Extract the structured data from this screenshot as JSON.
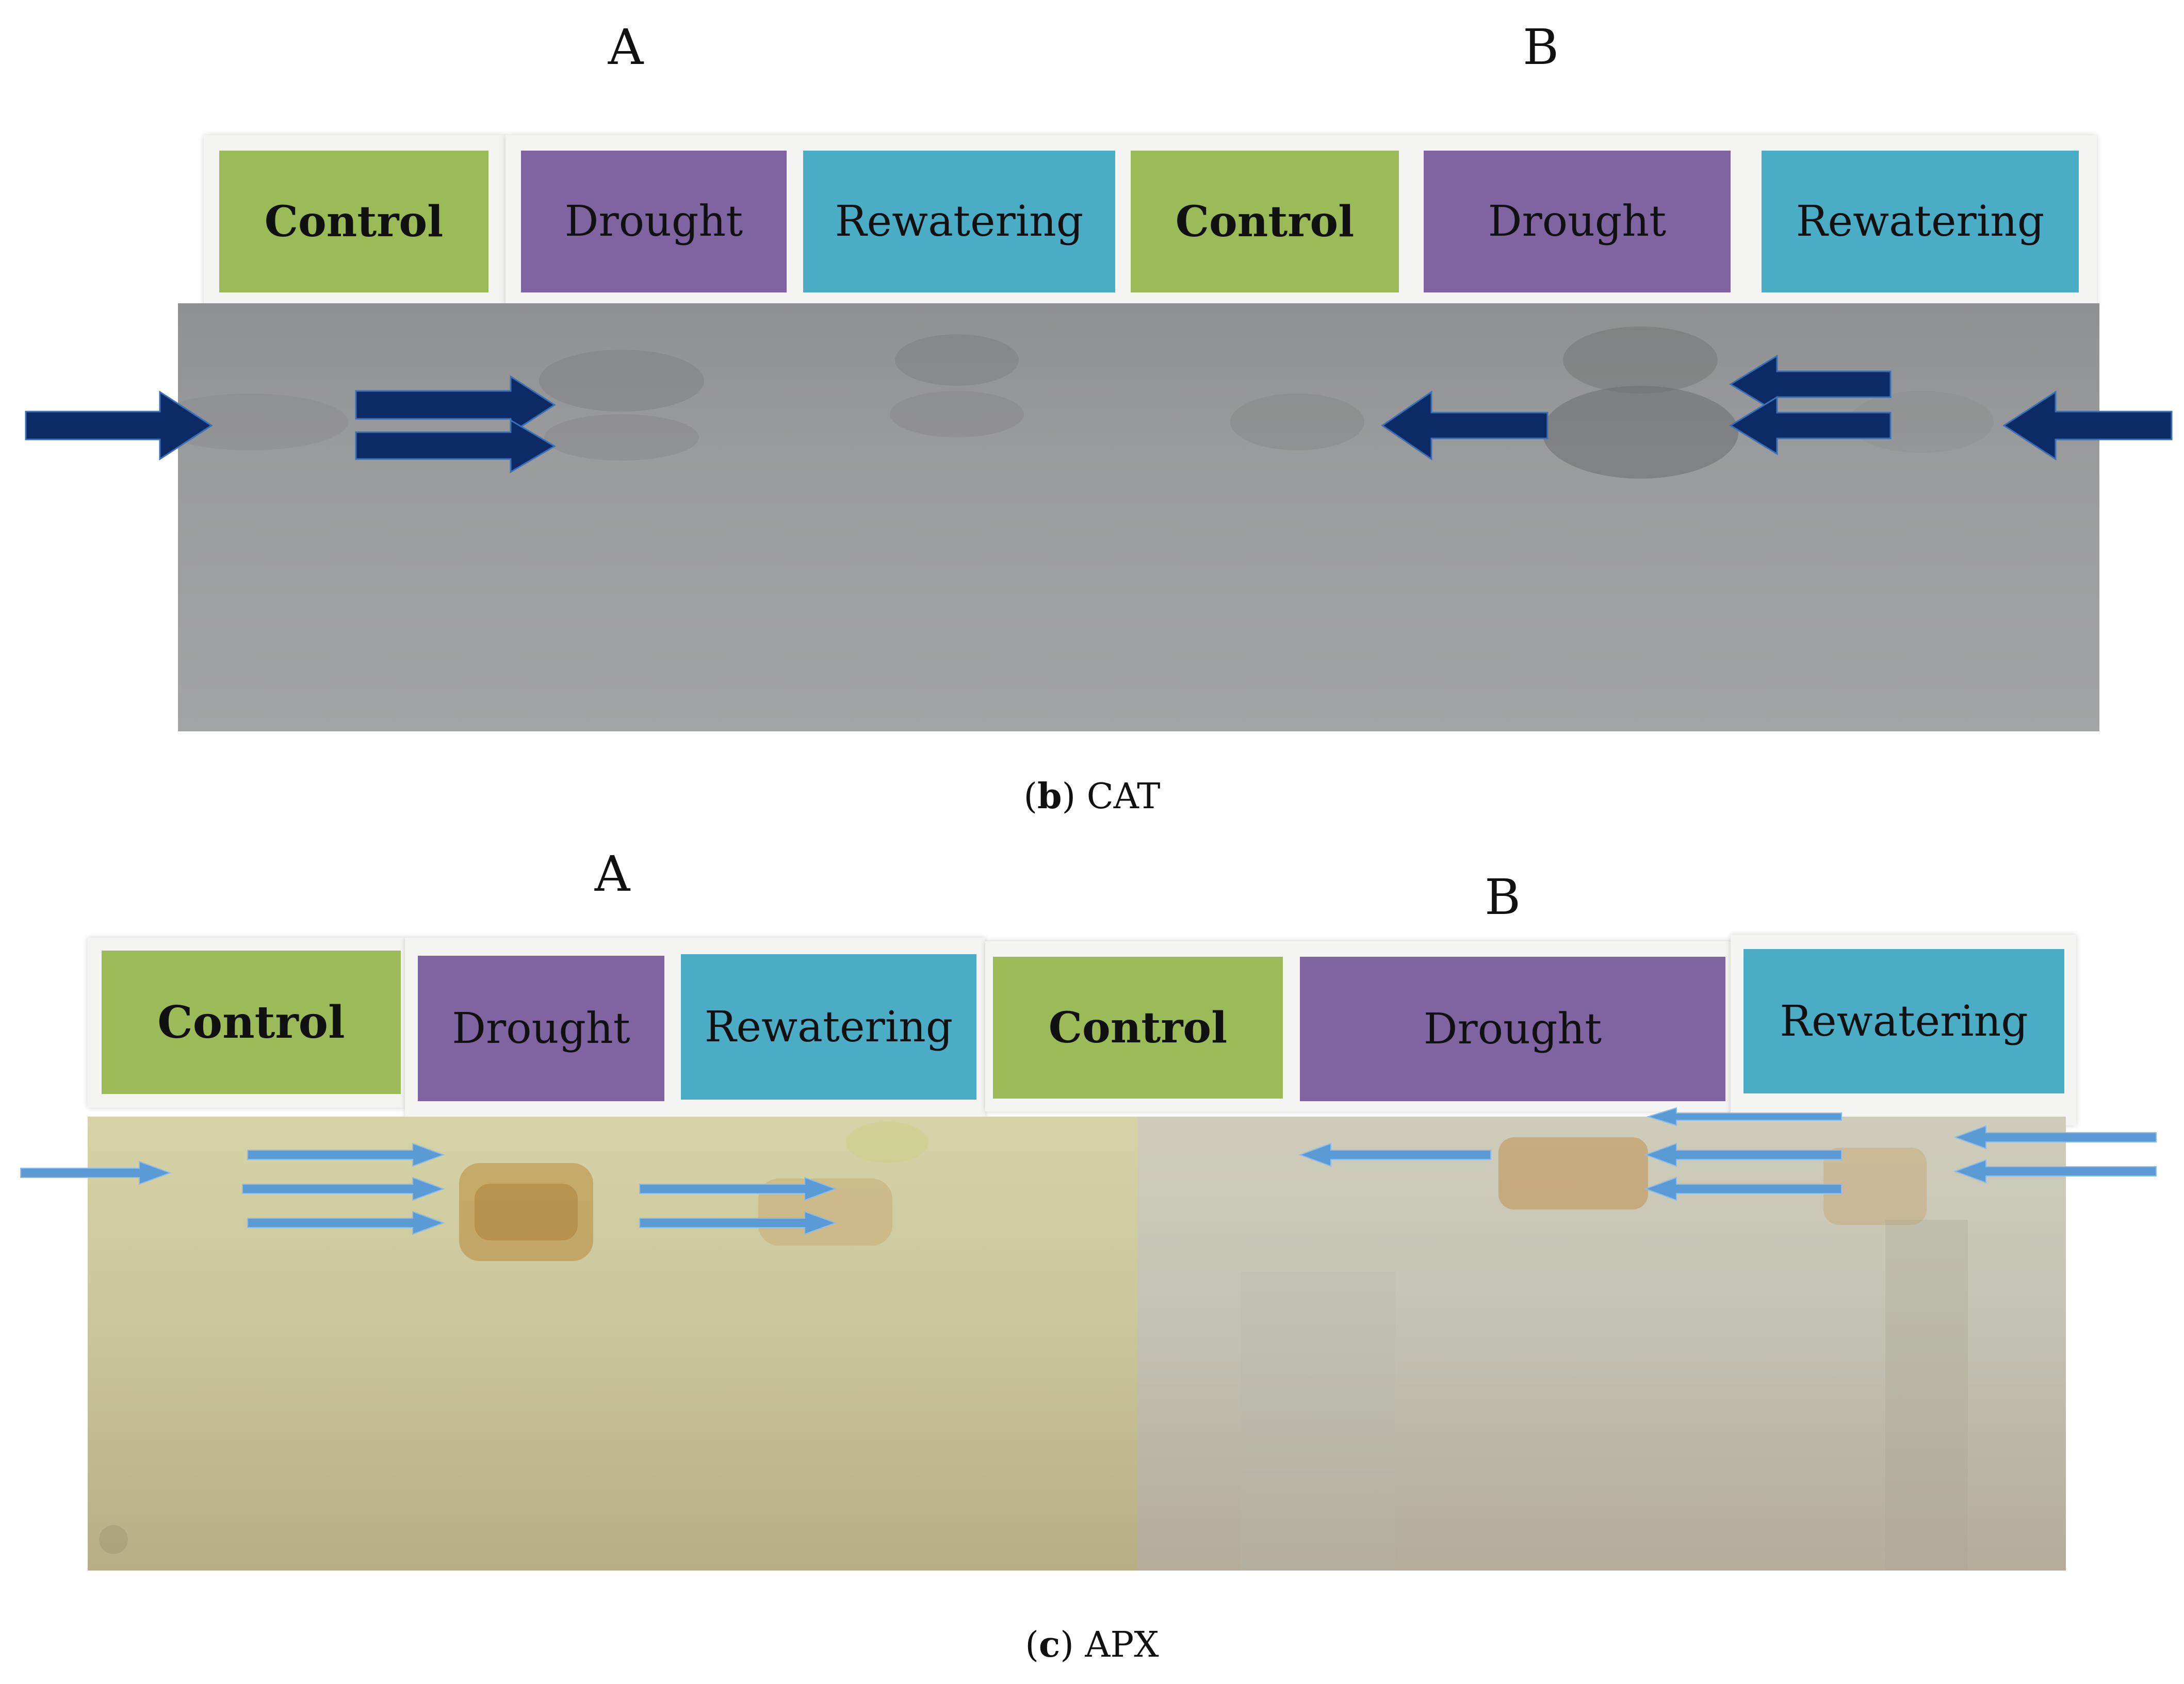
{
  "panel_b": {
    "group_a_letter": "A",
    "group_b_letter": "B",
    "lanes": [
      "Control",
      "Drought",
      "Rewatering",
      "Control",
      "Drought",
      "Rewatering"
    ],
    "caption_label": "b",
    "caption_text": "CAT",
    "arrow_color": "#0b2a66"
  },
  "panel_c": {
    "group_a_letter": "A",
    "group_b_letter": "B",
    "lanes": [
      "Control",
      "Drought",
      "Rewatering",
      "Control",
      "Drought",
      "Rewatering"
    ],
    "caption_label": "c",
    "caption_text": "APX",
    "arrow_color": "#5b9bd5"
  },
  "colors": {
    "control": "#9bbb59",
    "drought": "#8064a2",
    "rewatering": "#4bacc6"
  }
}
